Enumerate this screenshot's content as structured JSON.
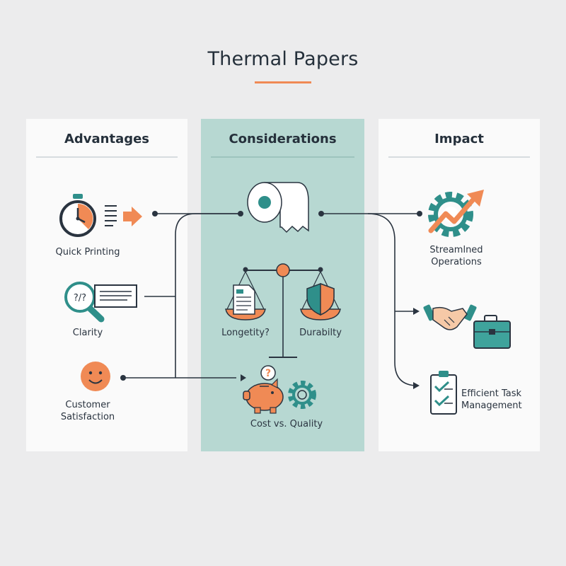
{
  "title": "Thermal Papers",
  "columns": {
    "advantages": "Advantages",
    "considerations": "Considerations",
    "impact": "Impact"
  },
  "advantages": {
    "quick_printing": "Quick Printing",
    "clarity": "Clarity",
    "clarity_icon_text": "?/?",
    "customer_satisfaction_line1": "Customer",
    "customer_satisfaction_line2": "Satisfaction"
  },
  "considerations": {
    "longevity": "Longetity?",
    "durability": "Durabilty",
    "cost_quality": "Cost vs. Quality",
    "question_mark": "?"
  },
  "impact": {
    "streamlined_line1": "Streamlned",
    "streamlined_line2": "Operations",
    "efficient_line1": "Efficient Task",
    "efficient_line2": "Management"
  },
  "colors": {
    "accent_orange": "#f08a55",
    "teal": "#2f8f8a",
    "navy": "#2a3440",
    "mid_column": "#b7d8d2"
  },
  "icons": [
    "stopwatch-icon",
    "document-lines-icon",
    "arrow-right-icon",
    "magnifier-icon",
    "smiley-icon",
    "paper-roll-icon",
    "balance-scale-icon",
    "document-icon",
    "shield-icon",
    "piggy-bank-icon",
    "gear-icon",
    "gear-growth-icon",
    "handshake-icon",
    "briefcase-icon",
    "checklist-icon"
  ]
}
